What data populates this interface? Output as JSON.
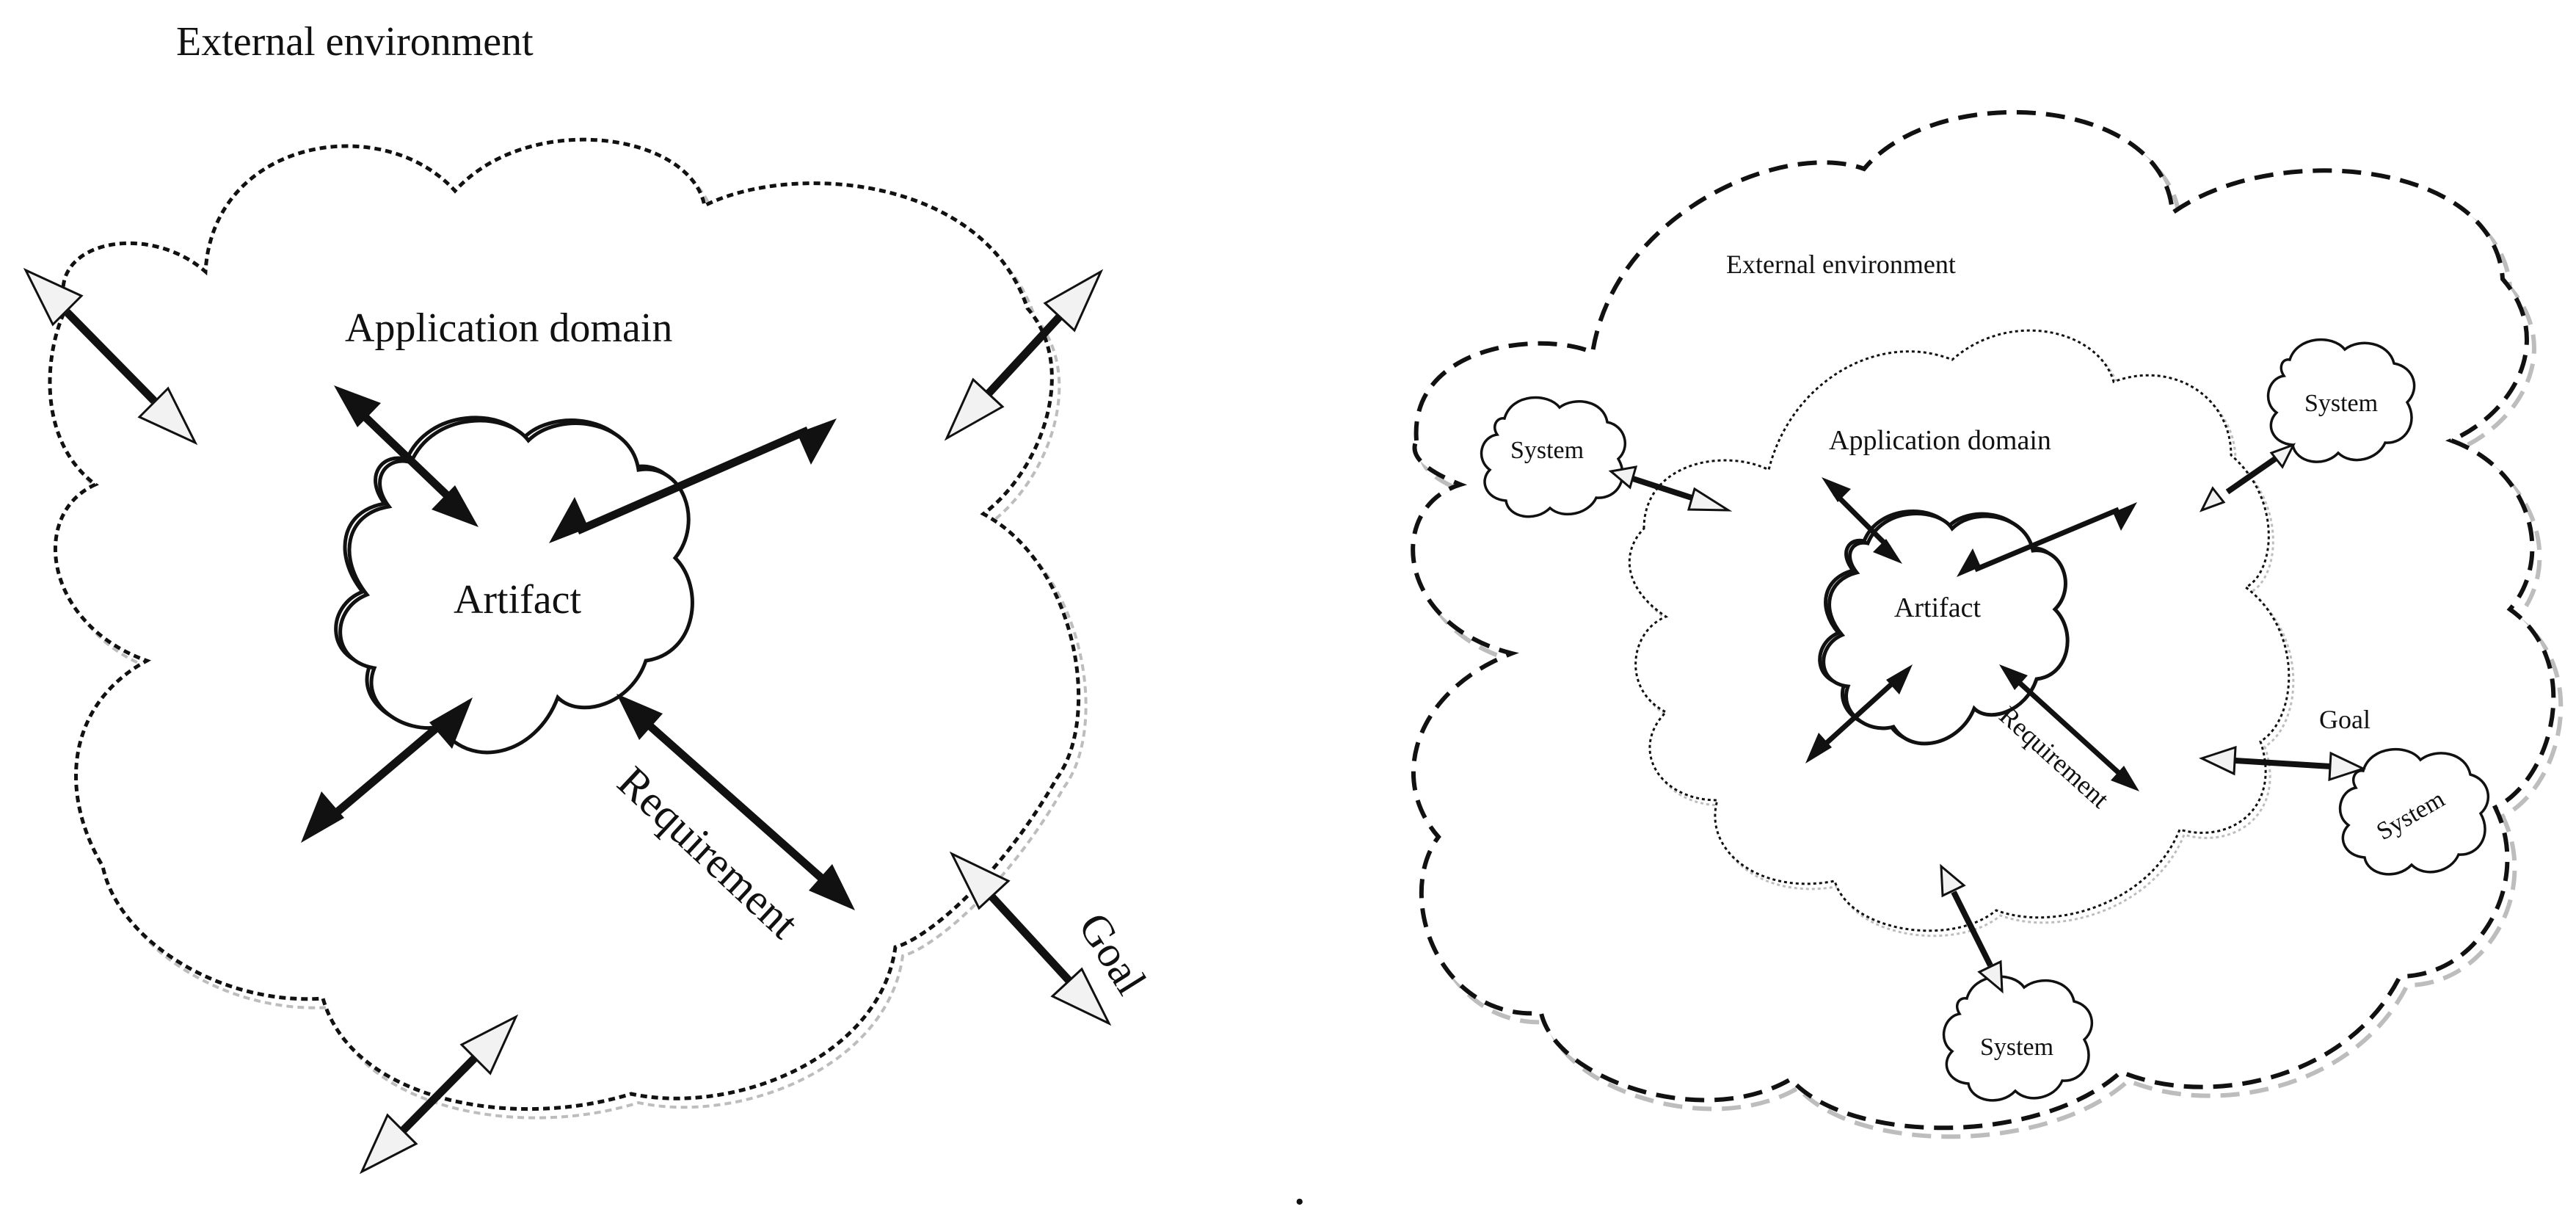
{
  "left": {
    "external_label": "External environment",
    "domain_label": "Application domain",
    "artifact_label": "Artifact",
    "requirement_label": "Requirement",
    "goal_label": "Goal"
  },
  "right": {
    "external_label": "External environment",
    "domain_label": "Application domain",
    "artifact_label": "Artifact",
    "requirement_label": "Requirement",
    "goal_label": "Goal",
    "system_labels": [
      "System",
      "System",
      "System",
      "System"
    ]
  },
  "footer_mark": ".",
  "colors": {
    "ink": "#111111",
    "hollow_fill": "#f2f2f2",
    "shadow": "#bdbdbd"
  }
}
